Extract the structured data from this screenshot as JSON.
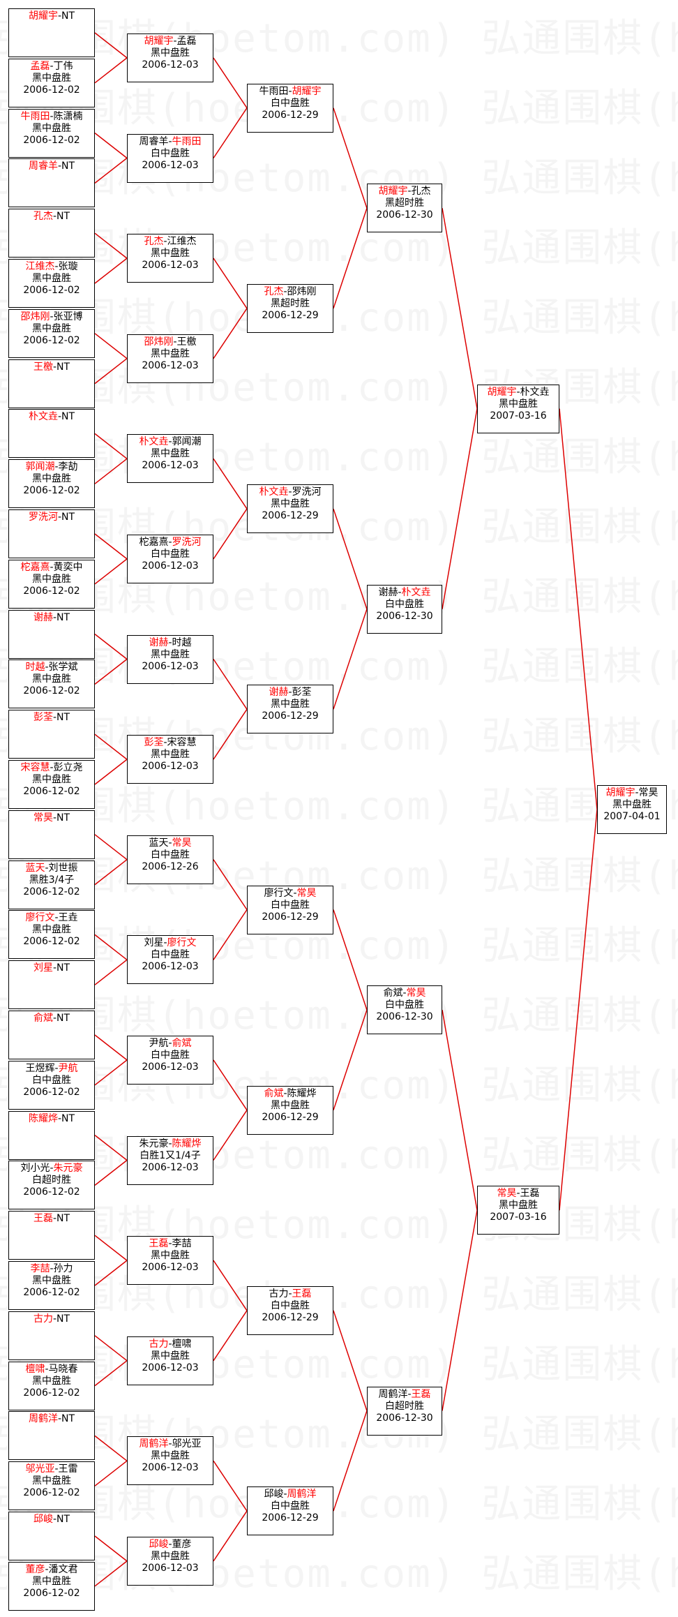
{
  "watermark": "弘通围棋(hoetom.com)",
  "colors": {
    "line": "#dd0000",
    "winner": "#ff0000",
    "border": "#000000"
  },
  "rounds": [
    [
      {
        "a": "胡耀宇",
        "b": "NT",
        "w": "a",
        "info": []
      },
      {
        "a": "孟磊",
        "b": "丁伟",
        "w": "a",
        "info": [
          "黑中盘胜",
          "2006-12-02"
        ]
      },
      {
        "a": "牛雨田",
        "b": "陈潇楠",
        "w": "a",
        "info": [
          "黑中盘胜",
          "2006-12-02"
        ]
      },
      {
        "a": "周睿羊",
        "b": "NT",
        "w": "a",
        "info": []
      },
      {
        "a": "孔杰",
        "b": "NT",
        "w": "a",
        "info": []
      },
      {
        "a": "江维杰",
        "b": "张璇",
        "w": "a",
        "info": [
          "黑中盘胜",
          "2006-12-02"
        ]
      },
      {
        "a": "邵炜刚",
        "b": "张亚博",
        "w": "a",
        "info": [
          "黑中盘胜",
          "2006-12-02"
        ]
      },
      {
        "a": "王檄",
        "b": "NT",
        "w": "a",
        "info": []
      },
      {
        "a": "朴文垚",
        "b": "NT",
        "w": "a",
        "info": []
      },
      {
        "a": "郭闻潮",
        "b": "李劼",
        "w": "a",
        "info": [
          "黑中盘胜",
          "2006-12-02"
        ]
      },
      {
        "a": "罗洗河",
        "b": "NT",
        "w": "a",
        "info": []
      },
      {
        "a": "柁嘉熹",
        "b": "黄奕中",
        "w": "a",
        "info": [
          "黑中盘胜",
          "2006-12-02"
        ]
      },
      {
        "a": "谢赫",
        "b": "NT",
        "w": "a",
        "info": []
      },
      {
        "a": "时越",
        "b": "张学斌",
        "w": "a",
        "info": [
          "黑中盘胜",
          "2006-12-02"
        ]
      },
      {
        "a": "彭荃",
        "b": "NT",
        "w": "a",
        "info": []
      },
      {
        "a": "宋容慧",
        "b": "彭立尧",
        "w": "a",
        "info": [
          "黑中盘胜",
          "2006-12-02"
        ]
      },
      {
        "a": "常昊",
        "b": "NT",
        "w": "a",
        "info": []
      },
      {
        "a": "蓝天",
        "b": "刘世振",
        "w": "a",
        "info": [
          "黑胜3/4子",
          "2006-12-02"
        ]
      },
      {
        "a": "廖行文",
        "b": "王垚",
        "w": "a",
        "info": [
          "黑中盘胜",
          "2006-12-02"
        ]
      },
      {
        "a": "刘星",
        "b": "NT",
        "w": "a",
        "info": []
      },
      {
        "a": "俞斌",
        "b": "NT",
        "w": "a",
        "info": []
      },
      {
        "a": "王煜辉",
        "b": "尹航",
        "w": "b",
        "info": [
          "白中盘胜",
          "2006-12-02"
        ]
      },
      {
        "a": "陈耀烨",
        "b": "NT",
        "w": "a",
        "info": []
      },
      {
        "a": "刘小光",
        "b": "朱元豪",
        "w": "b",
        "info": [
          "白超时胜",
          "2006-12-02"
        ]
      },
      {
        "a": "王磊",
        "b": "NT",
        "w": "a",
        "info": []
      },
      {
        "a": "李喆",
        "b": "孙力",
        "w": "a",
        "info": [
          "黑中盘胜",
          "2006-12-02"
        ]
      },
      {
        "a": "古力",
        "b": "NT",
        "w": "a",
        "info": []
      },
      {
        "a": "檀啸",
        "b": "马晓春",
        "w": "a",
        "info": [
          "黑中盘胜",
          "2006-12-02"
        ]
      },
      {
        "a": "周鹤洋",
        "b": "NT",
        "w": "a",
        "info": []
      },
      {
        "a": "邬光亚",
        "b": "王雷",
        "w": "a",
        "info": [
          "黑中盘胜",
          "2006-12-02"
        ]
      },
      {
        "a": "邱峻",
        "b": "NT",
        "w": "a",
        "info": []
      },
      {
        "a": "董彦",
        "b": "潘文君",
        "w": "a",
        "info": [
          "黑中盘胜",
          "2006-12-02"
        ]
      }
    ],
    [
      {
        "a": "胡耀宇",
        "b": "孟磊",
        "w": "a",
        "info": [
          "黑中盘胜",
          "2006-12-03"
        ]
      },
      {
        "a": "周睿羊",
        "b": "牛雨田",
        "w": "b",
        "info": [
          "白中盘胜",
          "2006-12-03"
        ]
      },
      {
        "a": "孔杰",
        "b": "江维杰",
        "w": "a",
        "info": [
          "黑中盘胜",
          "2006-12-03"
        ]
      },
      {
        "a": "邵炜刚",
        "b": "王檄",
        "w": "a",
        "info": [
          "黑中盘胜",
          "2006-12-03"
        ]
      },
      {
        "a": "朴文垚",
        "b": "郭闻潮",
        "w": "a",
        "info": [
          "黑中盘胜",
          "2006-12-03"
        ]
      },
      {
        "a": "柁嘉熹",
        "b": "罗洗河",
        "w": "b",
        "info": [
          "白中盘胜",
          "2006-12-03"
        ]
      },
      {
        "a": "谢赫",
        "b": "时越",
        "w": "a",
        "info": [
          "黑中盘胜",
          "2006-12-03"
        ]
      },
      {
        "a": "彭荃",
        "b": "宋容慧",
        "w": "a",
        "info": [
          "黑中盘胜",
          "2006-12-03"
        ]
      },
      {
        "a": "蓝天",
        "b": "常昊",
        "w": "b",
        "info": [
          "白中盘胜",
          "2006-12-26"
        ]
      },
      {
        "a": "刘星",
        "b": "廖行文",
        "w": "b",
        "info": [
          "白中盘胜",
          "2006-12-03"
        ]
      },
      {
        "a": "尹航",
        "b": "俞斌",
        "w": "b",
        "info": [
          "白中盘胜",
          "2006-12-03"
        ]
      },
      {
        "a": "朱元豪",
        "b": "陈耀烨",
        "w": "b",
        "info": [
          "白胜1又1/4子",
          "2006-12-03"
        ]
      },
      {
        "a": "王磊",
        "b": "李喆",
        "w": "a",
        "info": [
          "黑中盘胜",
          "2006-12-03"
        ]
      },
      {
        "a": "古力",
        "b": "檀啸",
        "w": "a",
        "info": [
          "黑中盘胜",
          "2006-12-03"
        ]
      },
      {
        "a": "周鹤洋",
        "b": "邬光亚",
        "w": "a",
        "info": [
          "黑中盘胜",
          "2006-12-03"
        ]
      },
      {
        "a": "邱峻",
        "b": "董彦",
        "w": "a",
        "info": [
          "黑中盘胜",
          "2006-12-03"
        ]
      }
    ],
    [
      {
        "a": "牛雨田",
        "b": "胡耀宇",
        "w": "b",
        "info": [
          "白中盘胜",
          "2006-12-29"
        ]
      },
      {
        "a": "孔杰",
        "b": "邵炜刚",
        "w": "a",
        "info": [
          "黑超时胜",
          "2006-12-29"
        ]
      },
      {
        "a": "朴文垚",
        "b": "罗洗河",
        "w": "a",
        "info": [
          "黑中盘胜",
          "2006-12-29"
        ]
      },
      {
        "a": "谢赫",
        "b": "彭荃",
        "w": "a",
        "info": [
          "黑中盘胜",
          "2006-12-29"
        ]
      },
      {
        "a": "廖行文",
        "b": "常昊",
        "w": "b",
        "info": [
          "白中盘胜",
          "2006-12-29"
        ]
      },
      {
        "a": "俞斌",
        "b": "陈耀烨",
        "w": "a",
        "info": [
          "黑中盘胜",
          "2006-12-29"
        ]
      },
      {
        "a": "古力",
        "b": "王磊",
        "w": "b",
        "info": [
          "白中盘胜",
          "2006-12-29"
        ]
      },
      {
        "a": "邱峻",
        "b": "周鹤洋",
        "w": "b",
        "info": [
          "白中盘胜",
          "2006-12-29"
        ]
      }
    ],
    [
      {
        "a": "胡耀宇",
        "b": "孔杰",
        "w": "a",
        "info": [
          "黑超时胜",
          "2006-12-30"
        ]
      },
      {
        "a": "谢赫",
        "b": "朴文垚",
        "w": "b",
        "info": [
          "白中盘胜",
          "2006-12-30"
        ]
      },
      {
        "a": "俞斌",
        "b": "常昊",
        "w": "b",
        "info": [
          "白中盘胜",
          "2006-12-30"
        ]
      },
      {
        "a": "周鹤洋",
        "b": "王磊",
        "w": "b",
        "info": [
          "白超时胜",
          "2006-12-30"
        ]
      }
    ],
    [
      {
        "a": "胡耀宇",
        "b": "朴文垚",
        "w": "a",
        "info": [
          "黑中盘胜",
          "2007-03-16"
        ]
      },
      {
        "a": "常昊",
        "b": "王磊",
        "w": "a",
        "info": [
          "黑中盘胜",
          "2007-03-16"
        ]
      }
    ],
    [
      {
        "a": "胡耀宇",
        "b": "常昊",
        "w": "a",
        "info": [
          "黑中盘胜",
          "2007-04-01"
        ]
      }
    ]
  ]
}
